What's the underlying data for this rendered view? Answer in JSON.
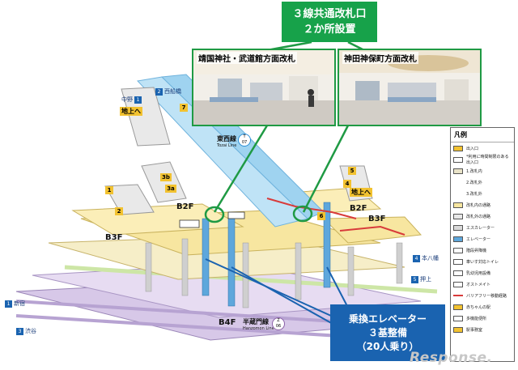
{
  "callouts": {
    "wickets_line1": "３線共通改札口",
    "wickets_line2": "２か所設置",
    "elevator_line1": "乗換エレベーター",
    "elevator_line2": "３基整備",
    "elevator_line3": "（20人乗り）"
  },
  "photos": {
    "left_label": "靖国神社・武道館方面改札",
    "right_label": "神田神保町方面改札"
  },
  "lines": {
    "tozai": {
      "name_ja": "東西線",
      "name_en": "Tozai Line",
      "code": "T",
      "number": "07"
    },
    "hanzomon": {
      "name_ja": "半蔵門線",
      "name_en": "Hanzomon Line",
      "code": "Z",
      "number": "06"
    }
  },
  "floors": [
    "B2F",
    "B3F",
    "B2F",
    "B3F",
    "B4F"
  ],
  "directions": {
    "nakano": "中野",
    "nishifunabashi": "西船橋",
    "shinjuku": "新宿",
    "shibuya": "渋谷",
    "motoyawata": "本八幡",
    "oshiage": "押上"
  },
  "direction_numbers": [
    "1",
    "2",
    "1",
    "3",
    "4",
    "5"
  ],
  "exit_labels": {
    "left": "地上へ",
    "right": "地上へ"
  },
  "exit_numbers": [
    "7",
    "3b",
    "3a",
    "1",
    "2",
    "4",
    "6",
    "5"
  ],
  "legend": {
    "title": "凡例",
    "rows": [
      "出入口",
      "*利用に時間制限のある出入口",
      "1.改札内",
      "2.改札外",
      "3.改札外",
      "改札内の通路",
      "改札外の通路",
      "エスカレーター",
      "エレベーター",
      "階段昇降機",
      "車いす対応トイレ",
      "乳幼児用設備",
      "オストメイト",
      "バリアフリー移動経路",
      "赤ちゃんの駅",
      "多機能便所",
      "駅事務室"
    ]
  },
  "watermark": "Response.",
  "colors": {
    "green_callout": "#17a24a",
    "blue_callout": "#1a63b0",
    "tozai_blue": "#9fd3f0",
    "hanzomon_purple": "#c9b7df",
    "concourse_yellow": "#f7e6a0",
    "highlight_green": "#1f9a44"
  }
}
